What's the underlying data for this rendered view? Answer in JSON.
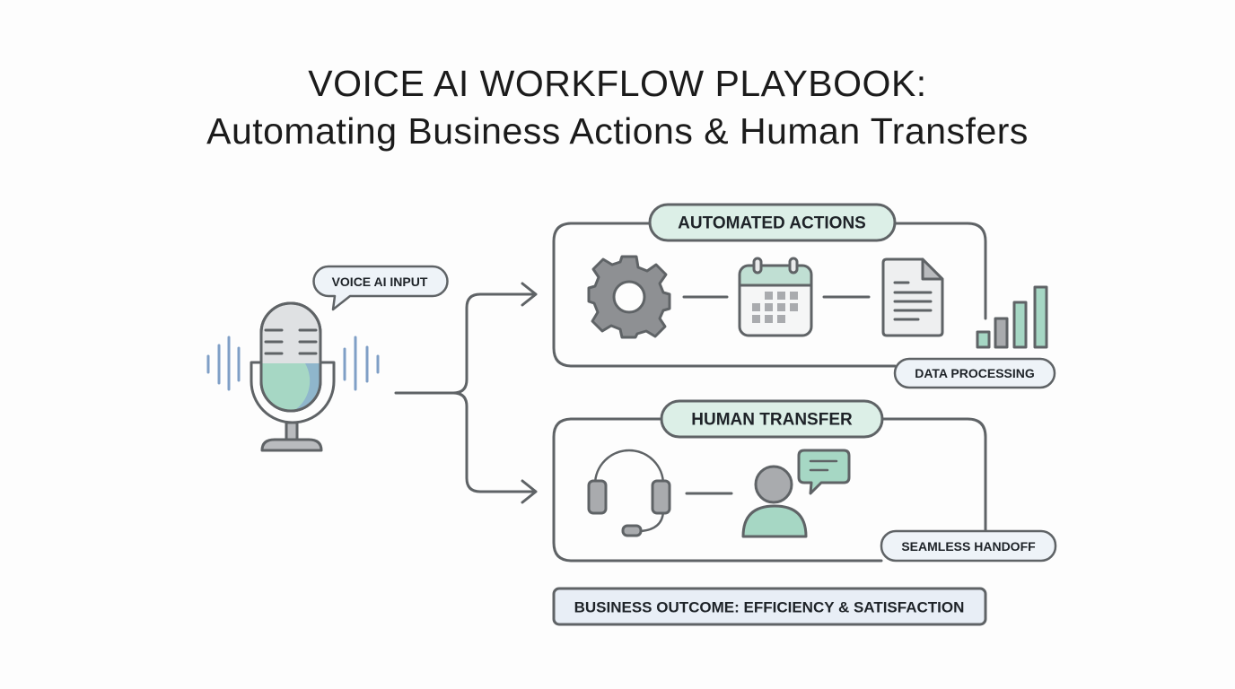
{
  "title": {
    "line1": "VOICE AI WORKFLOW PLAYBOOK:",
    "line2": "Automating Business Actions & Human Transfers"
  },
  "input": {
    "label": "VOICE AI INPUT",
    "icon": "microphone-icon"
  },
  "automated": {
    "label": "AUTOMATED ACTIONS",
    "icons": [
      "gear-icon",
      "calendar-icon",
      "document-icon",
      "bar-chart-icon"
    ],
    "footer": "DATA PROCESSING"
  },
  "human": {
    "label": "HUMAN TRANSFER",
    "icons": [
      "headset-icon",
      "person-icon",
      "chat-bubble-icon"
    ],
    "footer": "SEAMLESS HANDOFF"
  },
  "outcome": "BUSINESS OUTCOME: EFFICIENCY & SATISFACTION",
  "colors": {
    "stroke": "#5f6366",
    "green": "#9fd3c0",
    "pill_green": "#dcefe7",
    "pill_blue": "#e8eef6",
    "wave": "#7f9fc6",
    "gray": "#a9abae"
  }
}
